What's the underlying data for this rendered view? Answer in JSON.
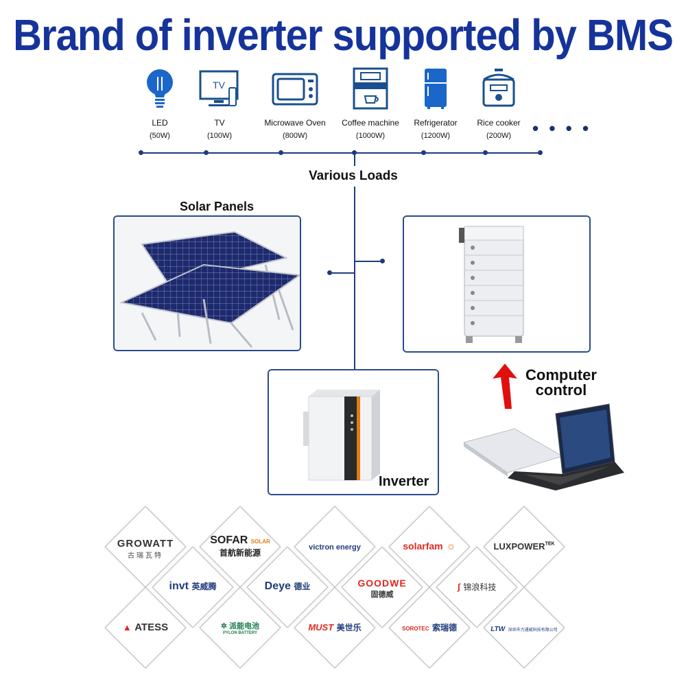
{
  "title": "Brand of inverter supported by BMS",
  "loads": [
    {
      "name": "LED",
      "watt": "(50W)",
      "icon": "bulb-icon"
    },
    {
      "name": "TV",
      "watt": "(100W)",
      "icon": "tv-icon"
    },
    {
      "name": "Microwave Oven",
      "watt": "(800W)",
      "icon": "microwave-icon"
    },
    {
      "name": "Coffee machine",
      "watt": "(1000W)",
      "icon": "coffee-machine-icon"
    },
    {
      "name": "Refrigerator",
      "watt": "(1200W)",
      "icon": "refrigerator-icon"
    },
    {
      "name": "Rice cooker",
      "watt": "(200W)",
      "icon": "rice-cooker-icon"
    }
  ],
  "ellipsis": "• • • •",
  "loads_label": "Various Loads",
  "solar_label": "Solar Panels",
  "inverter_label": "Inverter",
  "tv_icon_text": "TV",
  "computer_label_1": "Computer",
  "computer_label_2": "control",
  "brands": {
    "growatt": "GROWATT",
    "growatt_sub": "古瑞瓦特",
    "sofar": "SOFAR",
    "sofar_tag": "SOLAR",
    "sofar_sub": "首航新能源",
    "victron": "victron energy",
    "solarfam": "solarfam",
    "luxpower": "LUXPOWER",
    "luxpower_tag": "TEK",
    "invt": "invt",
    "invt_cn": "英威腾",
    "deye": "Deye",
    "deye_cn": "德业",
    "goodwe": "GOODWE",
    "goodwe_cn": "固德威",
    "jinlang": "锦浪科技",
    "atess": "ATESS",
    "pylon": "派能电池",
    "pylon_sub": "PYLON BATTERY",
    "must": "MUST",
    "must_cn": "美世乐",
    "sorotec": "SOROTEC",
    "sorotec_cn": "索瑞德",
    "ltw": "LTW",
    "ltw_cn": "深圳市力通威科技有限公司"
  },
  "colors": {
    "title": "#15339a",
    "line": "#1f3b7a",
    "arrow": "#e01010"
  }
}
